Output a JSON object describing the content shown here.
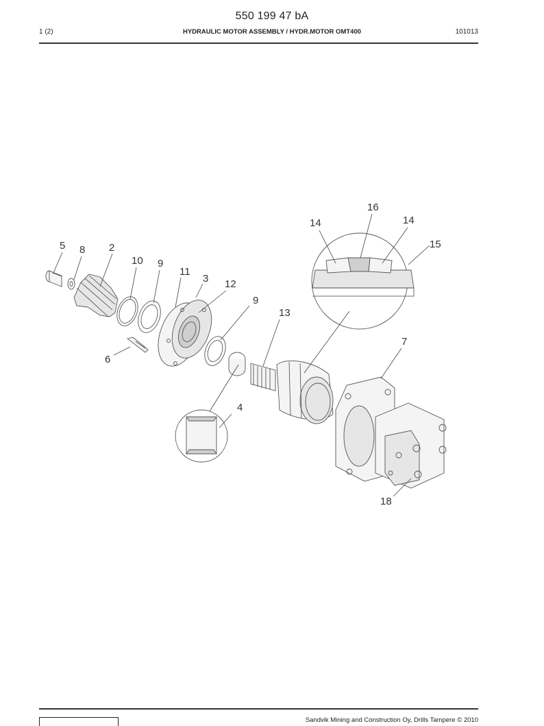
{
  "header": {
    "doc_number": "550 199 47 bA",
    "page": "1 (2)",
    "title": "HYDRAULIC MOTOR ASSEMBLY / HYDR.MOTOR OMT400",
    "code": "101013"
  },
  "callouts": {
    "c5": "5",
    "c8": "8",
    "c2": "2",
    "c10": "10",
    "c9a": "9",
    "c11": "11",
    "c3": "3",
    "c12": "12",
    "c9b": "9",
    "c13": "13",
    "c6": "6",
    "c4": "4",
    "c7": "7",
    "c18": "18",
    "c14a": "14",
    "c16": "16",
    "c14b": "14",
    "c15": "15"
  },
  "footer": {
    "copyright": "Sandvik Mining and Construction Oy, Drills Tampere © 2010"
  }
}
